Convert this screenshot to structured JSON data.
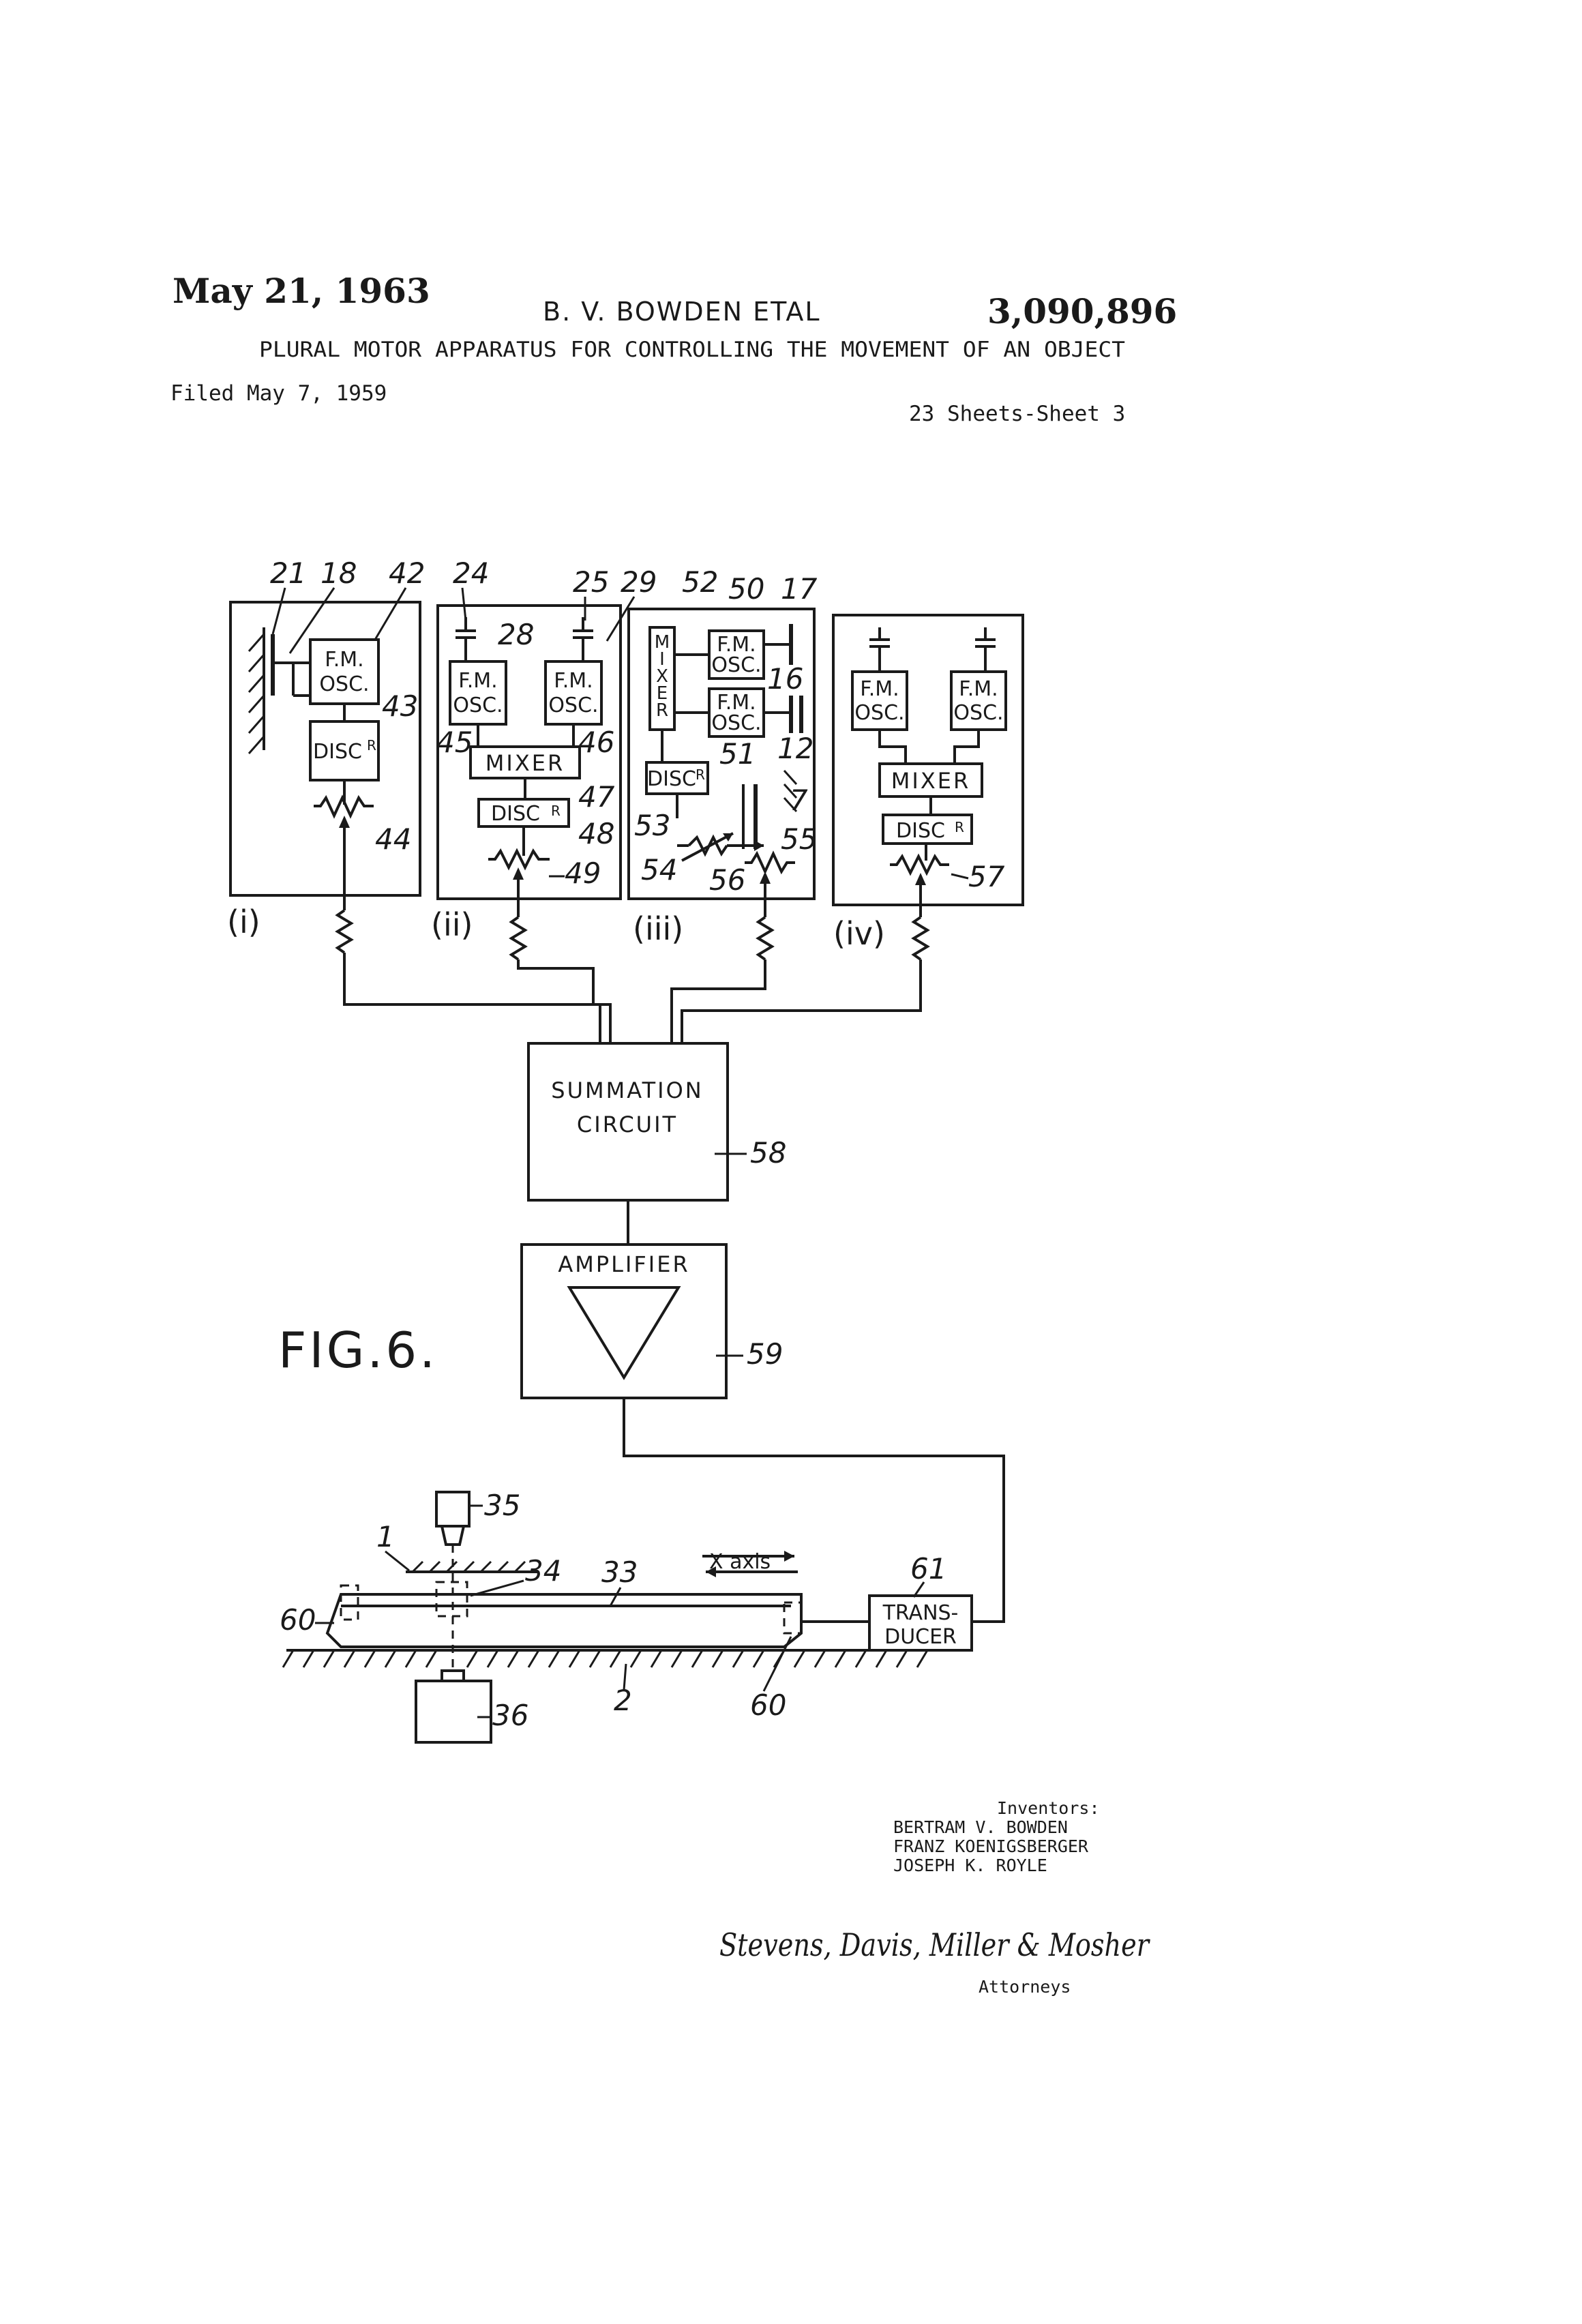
{
  "header": {
    "date": "May 21, 1963",
    "inventor": "B. V. BOWDEN ETAL",
    "patent_number": "3,090,896",
    "title": "PLURAL MOTOR APPARATUS FOR CONTROLLING THE MOVEMENT OF AN OBJECT",
    "filed": "Filed May 7, 1959",
    "sheets": "23 Sheets-Sheet 3"
  },
  "figure": {
    "label": "FIG.6.",
    "panels": {
      "i": "(i)",
      "ii": "(ii)",
      "iii": "(iii)",
      "iv": "(iv)"
    },
    "blocks": {
      "fm": "F.M.",
      "osc": "OSC.",
      "disc": "DISC",
      "disc_sup": "R",
      "mixer": "MIXER",
      "mixer_vertical": "MIXER",
      "summation_1": "SUMMATION",
      "summation_2": "CIRCUIT",
      "amplifier": "AMPLIFIER",
      "transducer_1": "TRANS-",
      "transducer_2": "DUCER",
      "x_axis": "X axis"
    },
    "refs": {
      "r21": "21",
      "r18": "18",
      "r42": "42",
      "r43": "43",
      "r44": "44",
      "r24": "24",
      "r28": "28",
      "r25": "25",
      "r29": "29",
      "r45": "45",
      "r46": "46",
      "r47": "47",
      "r48": "48",
      "r49": "49",
      "r52": "52",
      "r50": "50",
      "r17": "17",
      "r16": "16",
      "r51": "51",
      "r12": "12",
      "r7": "7",
      "r53": "53",
      "r55": "55",
      "r54": "54",
      "r56": "56",
      "r57": "57",
      "r58": "58",
      "r59": "59",
      "r35": "35",
      "r1": "1",
      "r34": "34",
      "r33": "33",
      "r61": "61",
      "r60a": "60",
      "r60b": "60",
      "r2": "2",
      "r36": "36"
    }
  },
  "footer": {
    "inventors_heading": "Inventors:",
    "inventors": [
      "BERTRAM V. BOWDEN",
      "FRANZ KOENIGSBERGER",
      "JOSEPH K. ROYLE"
    ],
    "signature": "Stevens, Davis, Miller & Mosher",
    "attorneys": "Attorneys"
  }
}
